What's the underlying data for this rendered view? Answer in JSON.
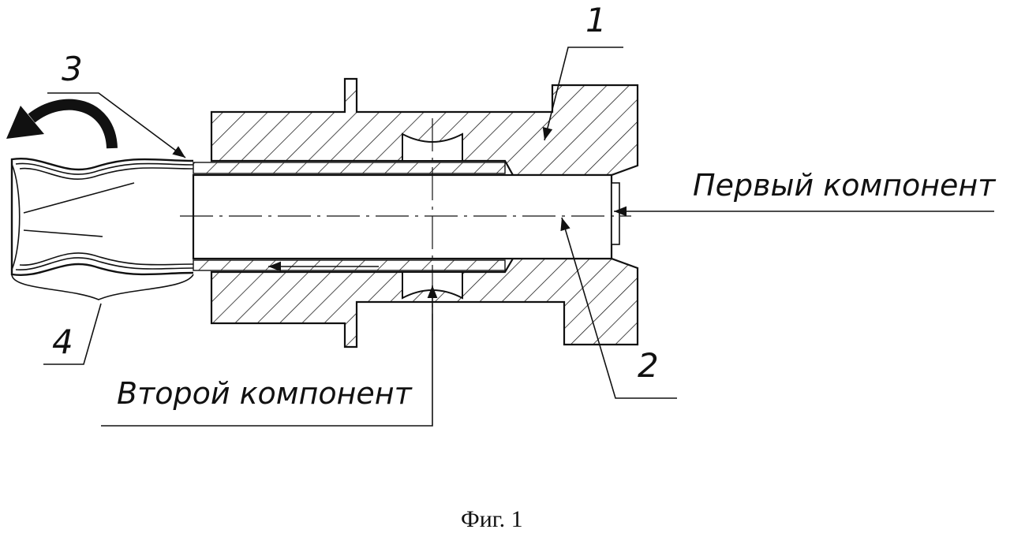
{
  "labels": {
    "first_component": "Первый компонент",
    "second_component": "Второй компонент",
    "callout_1": "1",
    "callout_2": "2",
    "callout_3": "3",
    "callout_4": "4"
  },
  "caption": "Фиг. 1"
}
